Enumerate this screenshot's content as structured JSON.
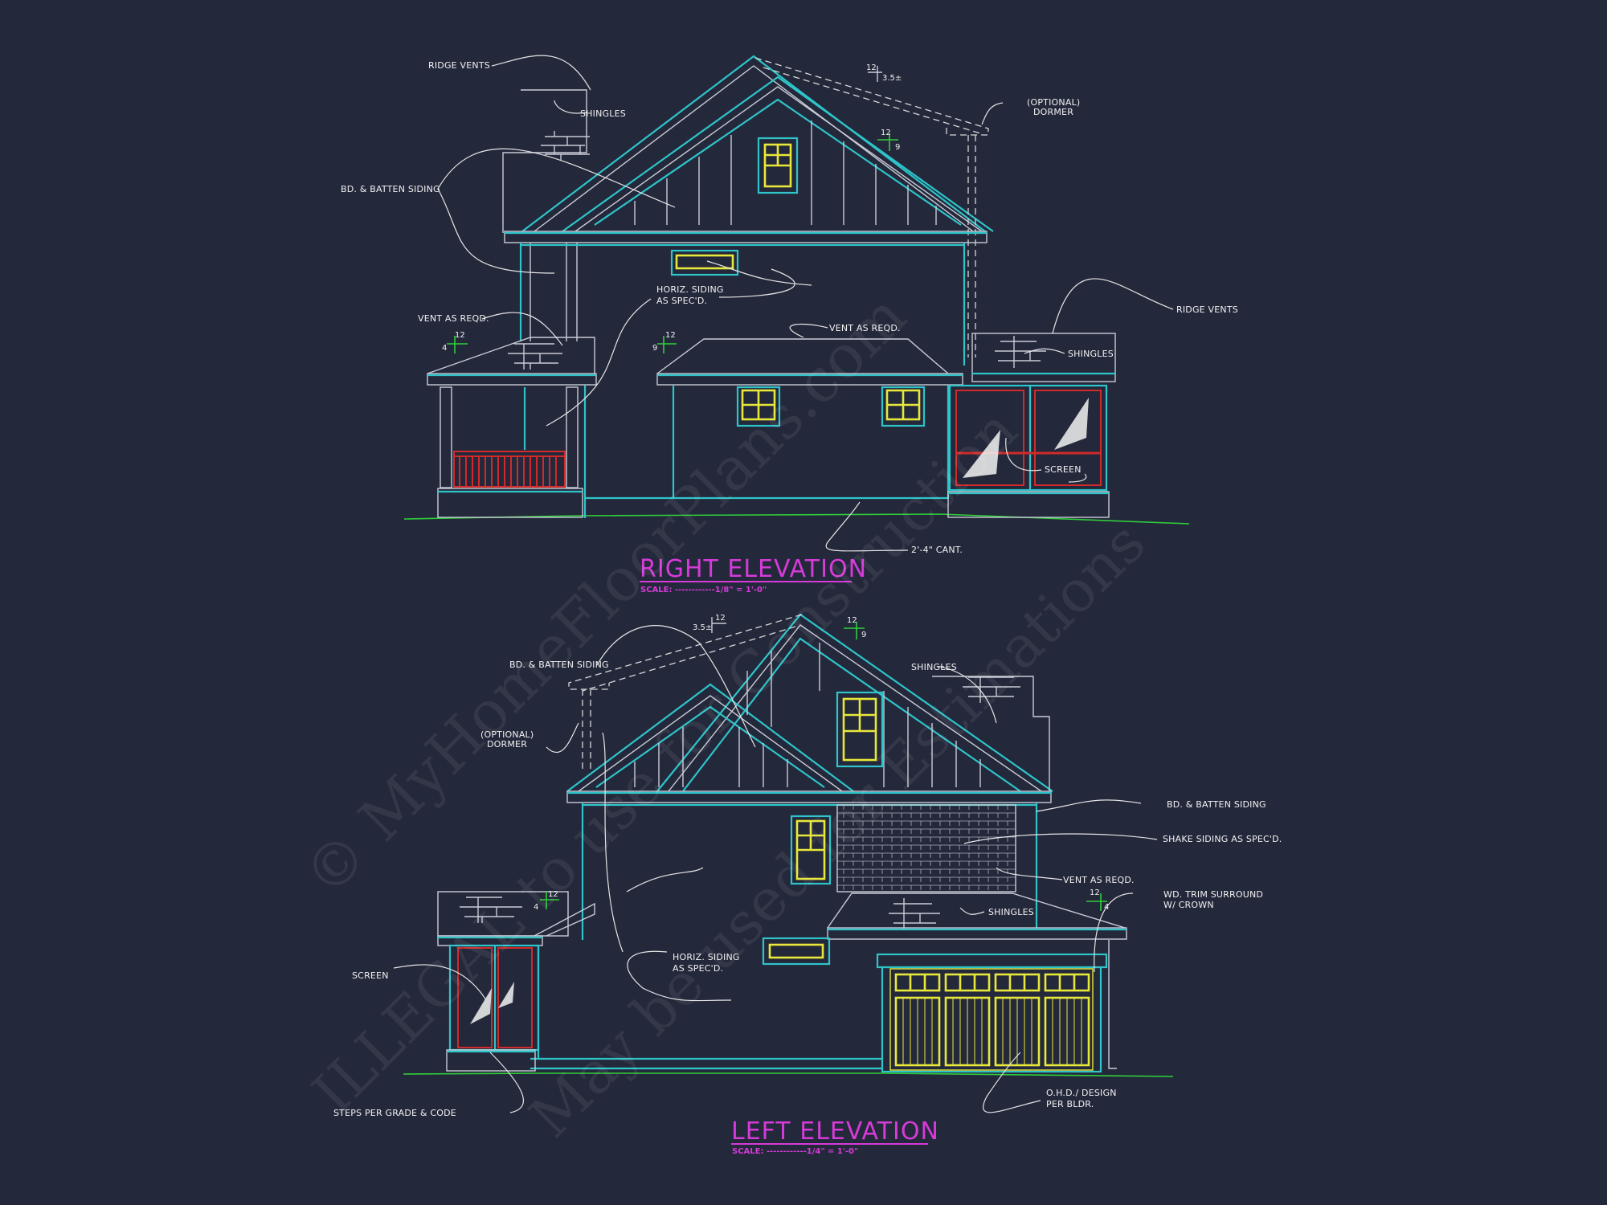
{
  "sheet": {
    "background": "#24283b",
    "colors": {
      "outline": "#2ec4c9",
      "detail": "#c9ccd6",
      "windows": "#e8e83a",
      "screen_railing": "#d02a2a",
      "grade_pitch": "#2fcf3a",
      "titles": "#d63bd8"
    }
  },
  "watermark": {
    "line1": "© MyHomeFloorPlans.com",
    "line2": "ILLEGAL to use for Construction",
    "line3": "May be used for Estimations"
  },
  "right_elevation": {
    "title": "RIGHT ELEVATION",
    "scale": "SCALE: ------------1/8\" = 1'-0\"",
    "pitches": [
      {
        "rise": "3.5±",
        "run": "12"
      },
      {
        "rise": "9",
        "run": "12"
      },
      {
        "rise": "4",
        "run": "12"
      },
      {
        "rise": "9",
        "run": "12"
      }
    ],
    "labels": {
      "ridge_vents_top": "RIDGE VENTS",
      "shingles_top": "SHINGLES",
      "bd_batten": "BD. & BATTEN SIDING",
      "optional_dormer_1": "(OPTIONAL)",
      "optional_dormer_2": "DORMER",
      "vent_left": "VENT AS REQD.",
      "horiz_1": "HORIZ. SIDING",
      "horiz_2": "AS SPEC'D.",
      "vent_mid": "VENT AS REQD.",
      "ridge_vents_right": "RIDGE VENTS",
      "shingles_right": "SHINGLES",
      "screen": "SCREEN",
      "cant": "2'-4\" CANT."
    }
  },
  "left_elevation": {
    "title": "LEFT ELEVATION",
    "scale": "SCALE: ------------1/4\" = 1'-0\"",
    "pitches": [
      {
        "rise": "3.5±",
        "run": "12"
      },
      {
        "rise": "9",
        "run": "12"
      },
      {
        "rise": "4",
        "run": "12"
      },
      {
        "rise": "4",
        "run": "12"
      }
    ],
    "labels": {
      "bd_batten_left": "BD. & BATTEN SIDING",
      "shingles_top": "SHINGLES",
      "optional_dormer_1": "(OPTIONAL)",
      "optional_dormer_2": "DORMER",
      "bd_batten_right": "BD. & BATTEN SIDING",
      "shake": "SHAKE SIDING AS SPEC'D.",
      "vent": "VENT AS REQD.",
      "trim_1": "WD. TRIM SURROUND",
      "trim_2": "W/ CROWN",
      "shingles_mid": "SHINGLES",
      "screen": "SCREEN",
      "horiz_1": "HORIZ. SIDING",
      "horiz_2": "AS SPEC'D.",
      "steps": "STEPS PER GRADE & CODE",
      "ohd_1": "O.H.D./ DESIGN",
      "ohd_2": "PER BLDR."
    }
  }
}
